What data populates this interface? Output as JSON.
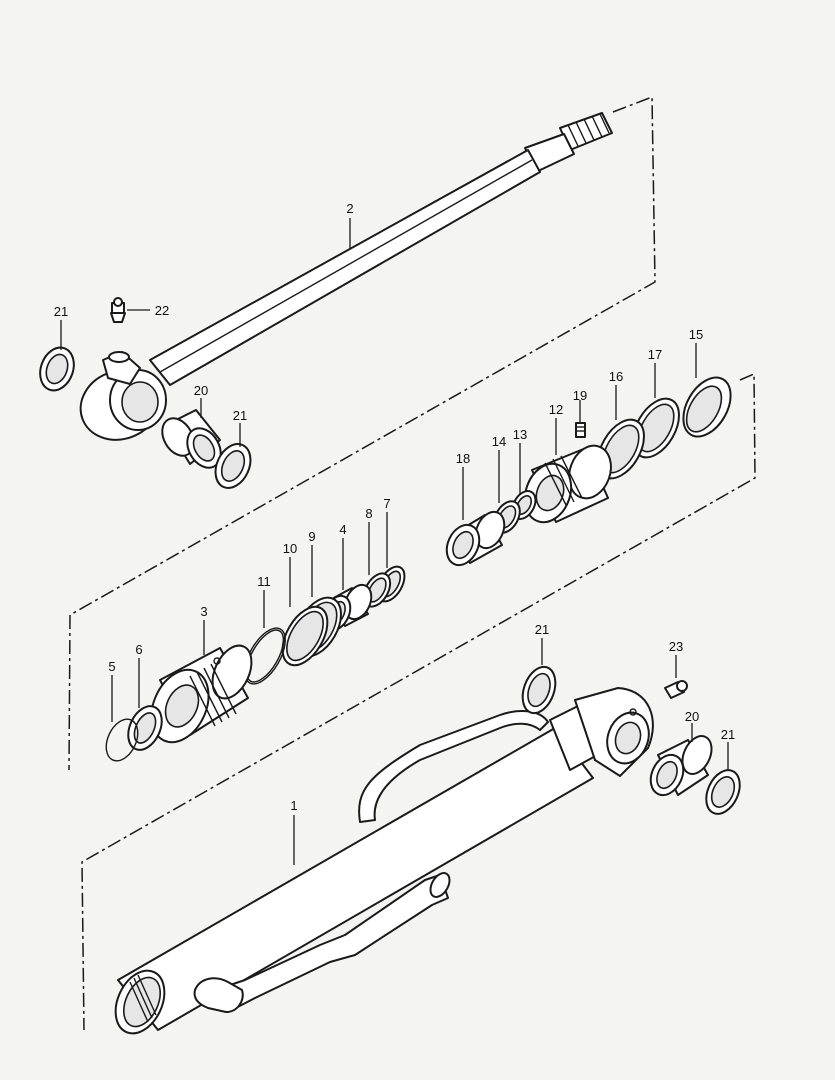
{
  "diagram": {
    "callouts": {
      "c1": "1",
      "c2": "2",
      "c3": "3",
      "c4": "4",
      "c5": "5",
      "c6": "6",
      "c7": "7",
      "c8": "8",
      "c9": "9",
      "c10": "10",
      "c11": "11",
      "c12": "12",
      "c13": "13",
      "c14": "14",
      "c15": "15",
      "c16": "16",
      "c17": "17",
      "c18": "18",
      "c19": "19",
      "c20a": "20",
      "c20b": "20",
      "c21a": "21",
      "c21b": "21",
      "c21c": "21",
      "c21d": "21",
      "c22": "22",
      "c23": "23"
    }
  }
}
